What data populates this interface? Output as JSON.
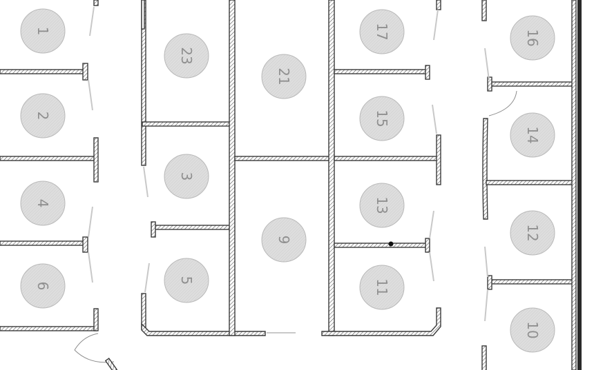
{
  "rooms": [
    {
      "id": "room-1",
      "number": "1"
    },
    {
      "id": "room-2",
      "number": "2"
    },
    {
      "id": "room-4",
      "number": "4"
    },
    {
      "id": "room-6",
      "number": "6"
    },
    {
      "id": "room-23",
      "number": "23"
    },
    {
      "id": "room-3",
      "number": "3"
    },
    {
      "id": "room-5",
      "number": "5"
    },
    {
      "id": "room-21",
      "number": "21"
    },
    {
      "id": "room-9",
      "number": "9"
    },
    {
      "id": "room-17",
      "number": "17"
    },
    {
      "id": "room-15",
      "number": "15"
    },
    {
      "id": "room-13",
      "number": "13"
    },
    {
      "id": "room-11",
      "number": "11"
    },
    {
      "id": "room-16",
      "number": "16"
    },
    {
      "id": "room-14",
      "number": "14"
    },
    {
      "id": "room-12",
      "number": "12"
    },
    {
      "id": "room-10",
      "number": "10"
    }
  ],
  "colors": {
    "wall_stroke": "#3a3a3a",
    "circle_fill": "#dcdcdc",
    "label": "#8f8f8f"
  }
}
